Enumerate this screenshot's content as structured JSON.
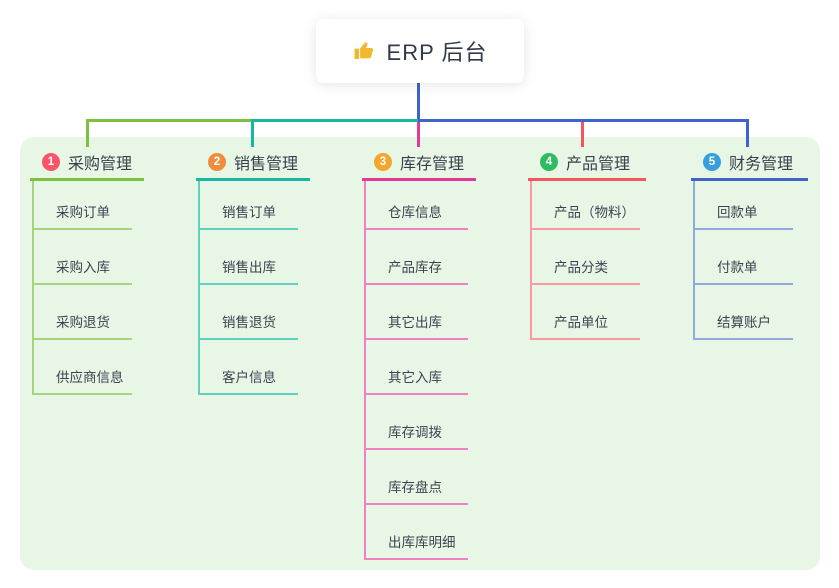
{
  "root": {
    "label": "ERP 后台",
    "icon": "thumbs-up-icon",
    "icon_color": "#f2b92c"
  },
  "panel_bg": "#e8f6e6",
  "branches": [
    {
      "index": "1",
      "label": "采购管理",
      "badge_color": "#f7566a",
      "line_color": "#7cc142",
      "child_line_color": "#a6d37e",
      "children": [
        "采购订单",
        "采购入库",
        "采购退货",
        "供应商信息"
      ]
    },
    {
      "index": "2",
      "label": "销售管理",
      "badge_color": "#f08d3d",
      "line_color": "#16b8a3",
      "child_line_color": "#63cfc0",
      "children": [
        "销售订单",
        "销售出库",
        "销售退货",
        "客户信息"
      ]
    },
    {
      "index": "3",
      "label": "库存管理",
      "badge_color": "#f3a72c",
      "line_color": "#e23a98",
      "child_line_color": "#f080c1",
      "children": [
        "仓库信息",
        "产品库存",
        "其它出库",
        "其它入库",
        "库存调拨",
        "库存盘点",
        "出库库明细"
      ]
    },
    {
      "index": "4",
      "label": "产品管理",
      "badge_color": "#2dbd60",
      "line_color": "#f4555e",
      "child_line_color": "#f89aa2",
      "children": [
        "产品（物料）",
        "产品分类",
        "产品单位"
      ]
    },
    {
      "index": "5",
      "label": "财务管理",
      "badge_color": "#35a0d9",
      "line_color": "#3f63c6",
      "child_line_color": "#94a8e0",
      "children": [
        "回款单",
        "付款单",
        "结算账户"
      ]
    }
  ]
}
